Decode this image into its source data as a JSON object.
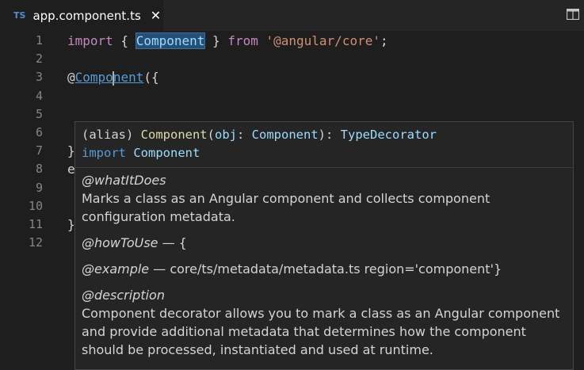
{
  "tab": {
    "lang": "TS",
    "filename": "app.component.ts",
    "close": "✕"
  },
  "line_numbers": [
    "1",
    "2",
    "3",
    "4",
    "5",
    "6",
    "7",
    "8",
    "9",
    "10",
    "11",
    "12"
  ],
  "code": {
    "line1": {
      "import": "import",
      "brace_open": " { ",
      "name": "Component",
      "brace_close": " } ",
      "from": "from",
      "space": " ",
      "path": "'@angular/core'",
      "semi": ";"
    },
    "line3": {
      "at": "@",
      "name_a": "Compo",
      "name_b": "nent",
      "rest": "({"
    },
    "line7": "}",
    "line8": "e",
    "line11": "}"
  },
  "hover": {
    "sig_line1": {
      "alias": "(alias) ",
      "fn": "Component",
      "paren": "(",
      "param": "obj",
      "colon": ": ",
      "ptype": "Component",
      "close": "): ",
      "ret": "TypeDecorator"
    },
    "sig_line2": {
      "kw": "import",
      "space": " ",
      "name": "Component"
    },
    "what_tag": "@whatItDoes",
    "what_text": "Marks a class as an Angular component and collects component configuration metadata.",
    "how_tag": "@howToUse",
    "how_text": " — {",
    "example_tag": "@example",
    "example_text": " — core/ts/metadata/metadata.ts region='component'}",
    "desc_tag": "@description",
    "desc_text": "Component decorator allows you to mark a class as an Angular component and provide additional metadata that determines how the component should be processed, instantiated and used at runtime."
  }
}
